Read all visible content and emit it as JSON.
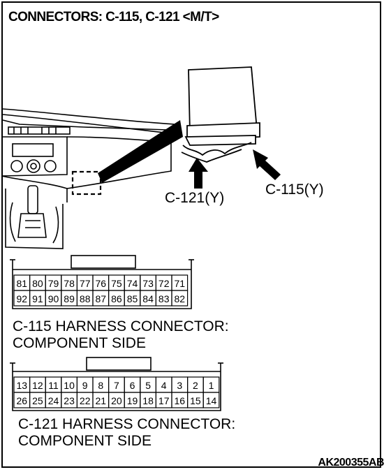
{
  "title": "CONNECTORS: C-115, C-121 <M/T>",
  "callouts": {
    "c121": "C-121(Y)",
    "c115": "C-115(Y)"
  },
  "connector_c115": {
    "caption_line1": "C-115 HARNESS CONNECTOR:",
    "caption_line2": "COMPONENT SIDE",
    "top_row": [
      "81",
      "80",
      "79",
      "78",
      "77",
      "76",
      "75",
      "74",
      "73",
      "72",
      "71"
    ],
    "bottom_row": [
      "92",
      "91",
      "90",
      "89",
      "88",
      "87",
      "86",
      "85",
      "84",
      "83",
      "82"
    ]
  },
  "connector_c121": {
    "caption_line1": "C-121 HARNESS CONNECTOR:",
    "caption_line2": "COMPONENT SIDE",
    "top_row": [
      "13",
      "12",
      "11",
      "10",
      "9",
      "8",
      "7",
      "6",
      "5",
      "4",
      "3",
      "2",
      "1"
    ],
    "bottom_row": [
      "26",
      "25",
      "24",
      "23",
      "22",
      "21",
      "20",
      "19",
      "18",
      "17",
      "16",
      "15",
      "14"
    ]
  },
  "figure_code": "AK200355AB"
}
